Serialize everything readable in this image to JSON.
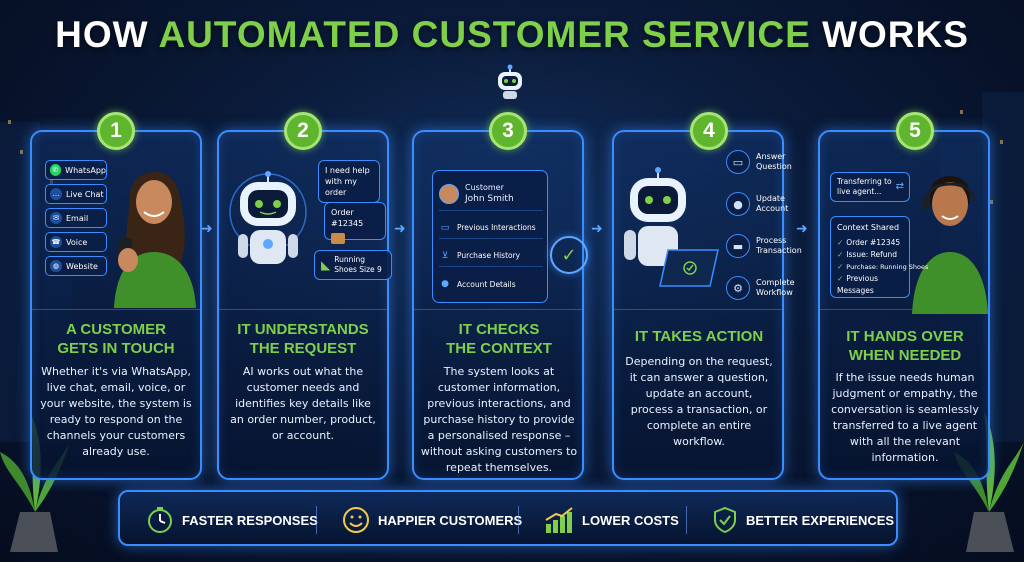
{
  "title": {
    "prefix": "HOW",
    "accent": "AUTOMATED CUSTOMER SERVICE",
    "suffix": "WORKS"
  },
  "steps": [
    {
      "number": "1",
      "heading_1": "A CUSTOMER",
      "heading_2": "GETS IN TOUCH",
      "description": "Whether it's via WhatsApp, live chat, email, voice, or your website, the system is ready to respond on the channels your customers already use.",
      "channels": [
        "WhatsApp",
        "Live Chat",
        "Email",
        "Voice",
        "Website"
      ]
    },
    {
      "number": "2",
      "heading_1": "IT UNDERSTANDS",
      "heading_2": "THE REQUEST",
      "description": "AI works out what the customer needs and identifies key details like an order number, product, or account.",
      "bubble": "I need help with my order",
      "order": "Order #12345",
      "product": "Running Shoes Size 9"
    },
    {
      "number": "3",
      "heading_1": "IT CHECKS",
      "heading_2": "THE CONTEXT",
      "description": "The system looks at customer information, previous interactions, and purchase history to provide a personalised response – without asking customers to repeat themselves.",
      "customer_label": "Customer",
      "customer_name": "John Smith",
      "rows": [
        "Previous Interactions",
        "Purchase History",
        "Account Details"
      ]
    },
    {
      "number": "4",
      "heading_1": "IT TAKES ACTION",
      "heading_2": "",
      "description": "Depending on the request, it can answer a question, update an account, process a transaction, or complete an entire workflow.",
      "actions": [
        "Answer Question",
        "Update Account",
        "Process Transaction",
        "Complete Workflow"
      ]
    },
    {
      "number": "5",
      "heading_1": "IT HANDS OVER",
      "heading_2": "WHEN NEEDED",
      "description": "If the issue needs human judgment or empathy, the conversation is seamlessly transferred to a live agent with all the relevant information.",
      "transfer": "Transferring to live agent...",
      "context_title": "Context Shared",
      "context_items": [
        "Order #12345",
        "Issue: Refund",
        "Purchase: Running Shoes",
        "Previous Messages"
      ]
    }
  ],
  "benefits": [
    "FASTER RESPONSES",
    "HAPPIER CUSTOMERS",
    "LOWER COSTS",
    "BETTER EXPERIENCES"
  ],
  "colors": {
    "accent_green": "#7ed04b",
    "border_blue": "#3a8dff",
    "background": "#0a1a38"
  }
}
